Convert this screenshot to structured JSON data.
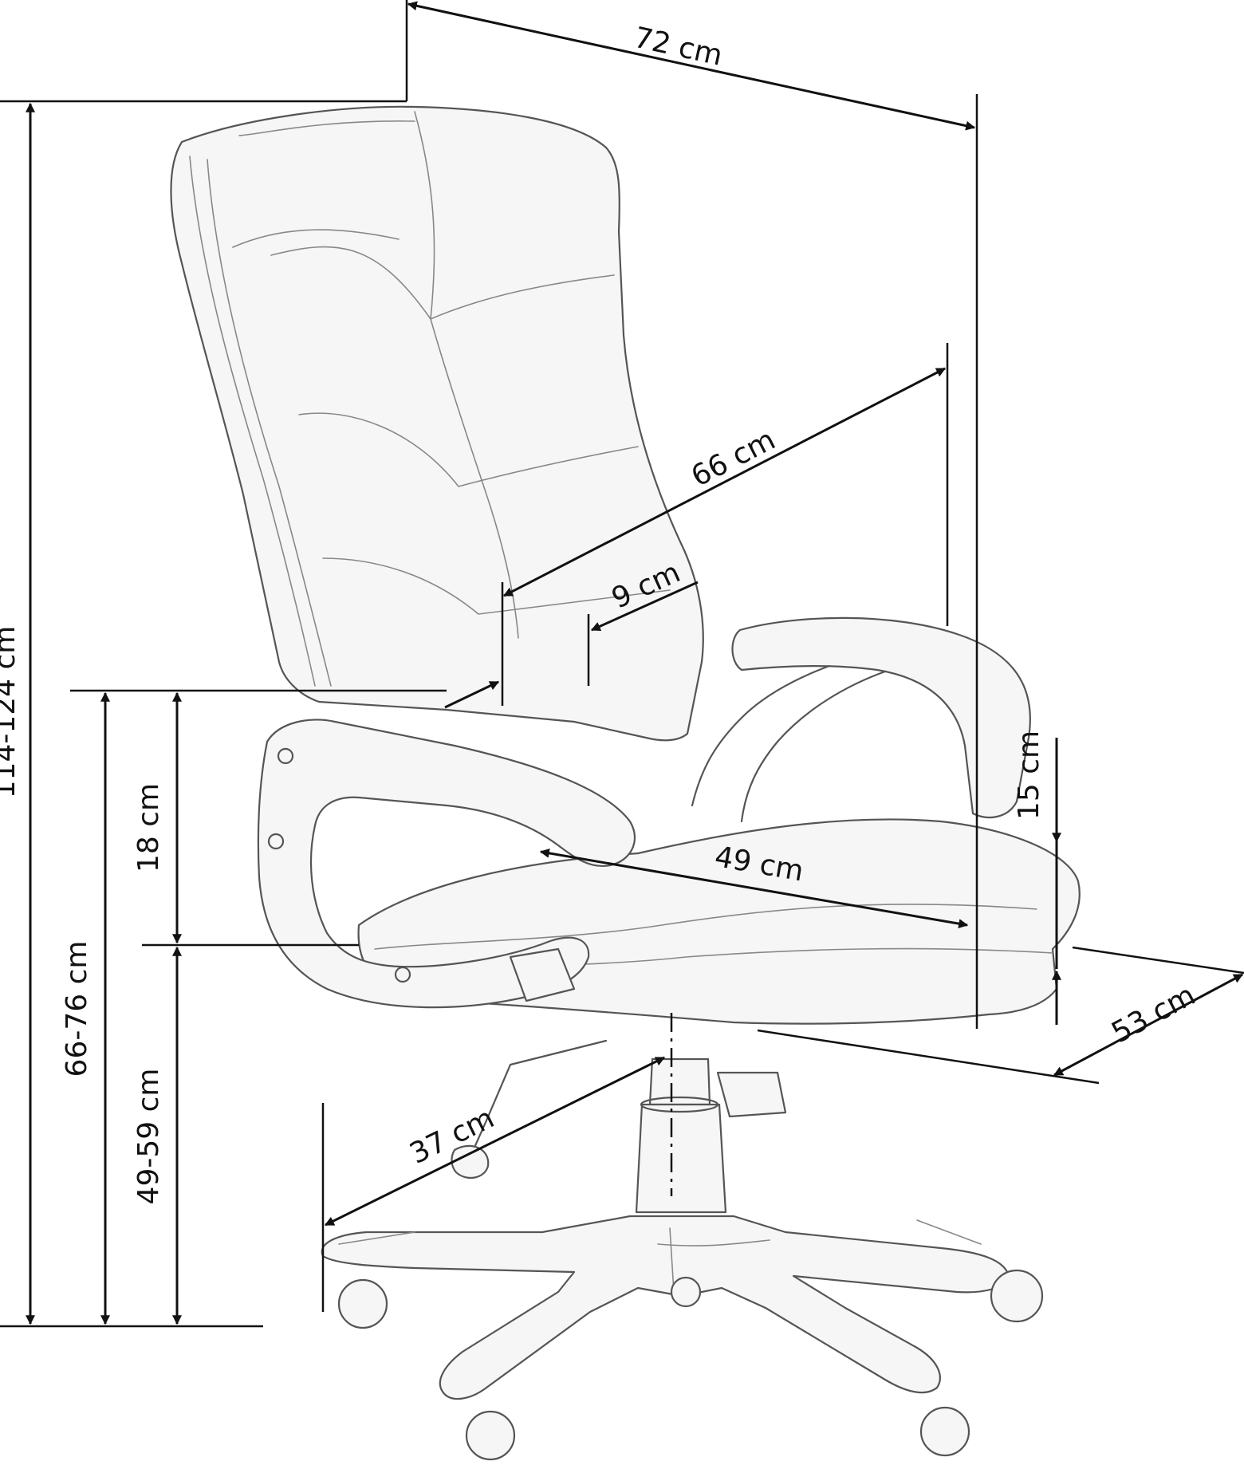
{
  "diagram": {
    "subject": "office-chair",
    "line_color": "#111111",
    "outline_color": "#555555",
    "background": "#ffffff",
    "dimensions": {
      "total_width": "72 cm",
      "backrest_height": "66 cm",
      "armrest_width": "9 cm",
      "armrest_height": "18 cm",
      "total_height": "114-124 cm",
      "armrest_floor_height": "66-76 cm",
      "seat_height": "49-59 cm",
      "seat_depth": "49 cm",
      "seat_thickness": "15 cm",
      "seat_width": "53 cm",
      "base_radius": "37 cm"
    }
  }
}
